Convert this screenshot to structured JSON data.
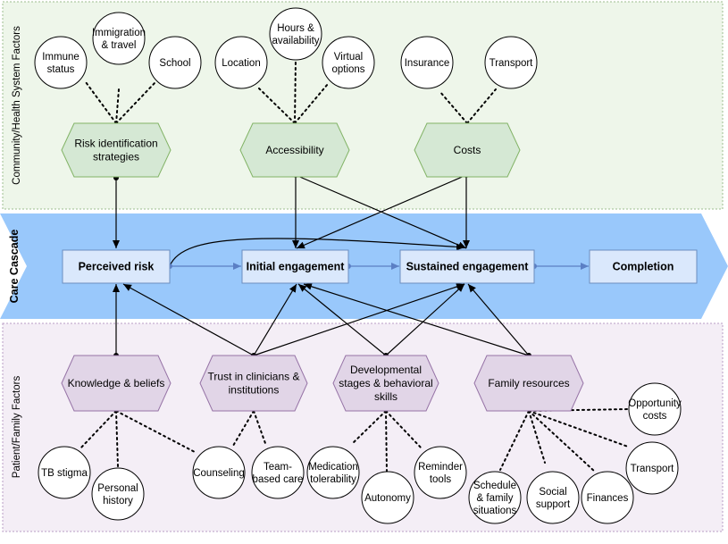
{
  "bands": {
    "top": {
      "label": "Community/Health System Factors"
    },
    "middle": {
      "label": "Care Cascade"
    },
    "bottom": {
      "label": "Patient/Family Factors"
    }
  },
  "cascade": [
    {
      "id": "perceived-risk",
      "label": "Perceived risk"
    },
    {
      "id": "initial-engagement",
      "label": "Initial engagement"
    },
    {
      "id": "sustained-engagement",
      "label": "Sustained engagement"
    },
    {
      "id": "completion",
      "label": "Completion"
    }
  ],
  "top_hexes": [
    {
      "id": "risk-identification",
      "lines": [
        "Risk identification",
        "strategies"
      ]
    },
    {
      "id": "accessibility",
      "lines": [
        "Accessibility"
      ]
    },
    {
      "id": "costs",
      "lines": [
        "Costs"
      ]
    }
  ],
  "top_circles": [
    {
      "id": "immune-status",
      "lines": [
        "Immune",
        "status"
      ]
    },
    {
      "id": "immigration-travel",
      "lines": [
        "Immigration",
        "& travel"
      ]
    },
    {
      "id": "school",
      "lines": [
        "School"
      ]
    },
    {
      "id": "location",
      "lines": [
        "Location"
      ]
    },
    {
      "id": "hours-availability",
      "lines": [
        "Hours &",
        "availability"
      ]
    },
    {
      "id": "virtual-options",
      "lines": [
        "Virtual",
        "options"
      ]
    },
    {
      "id": "insurance",
      "lines": [
        "Insurance"
      ]
    },
    {
      "id": "transport-top",
      "lines": [
        "Transport"
      ]
    }
  ],
  "bottom_hexes": [
    {
      "id": "knowledge-beliefs",
      "lines": [
        "Knowledge & beliefs"
      ]
    },
    {
      "id": "trust",
      "lines": [
        "Trust in clinicians &",
        "institutions"
      ]
    },
    {
      "id": "developmental",
      "lines": [
        "Developmental",
        "stages & behavioral",
        "skills"
      ]
    },
    {
      "id": "family-resources",
      "lines": [
        "Family resources"
      ]
    }
  ],
  "bottom_circles": [
    {
      "id": "tb-stigma",
      "lines": [
        "TB stigma"
      ]
    },
    {
      "id": "personal-history",
      "lines": [
        "Personal",
        "history"
      ]
    },
    {
      "id": "counseling",
      "lines": [
        "Counseling"
      ]
    },
    {
      "id": "team-based-care",
      "lines": [
        "Team-",
        "based care"
      ]
    },
    {
      "id": "medication-tolerability",
      "lines": [
        "Medication",
        "tolerability"
      ]
    },
    {
      "id": "autonomy",
      "lines": [
        "Autonomy"
      ]
    },
    {
      "id": "reminder-tools",
      "lines": [
        "Reminder",
        "tools"
      ]
    },
    {
      "id": "schedule-family",
      "lines": [
        "Schedule",
        "& family",
        "situations"
      ]
    },
    {
      "id": "social-support",
      "lines": [
        "Social",
        "support"
      ]
    },
    {
      "id": "finances",
      "lines": [
        "Finances"
      ]
    },
    {
      "id": "transport-bottom",
      "lines": [
        "Transport"
      ]
    },
    {
      "id": "opportunity-costs",
      "lines": [
        "Opportunity",
        "costs"
      ]
    }
  ],
  "colors": {
    "top_band": "#eef6ea",
    "bottom_band": "#f4eef6",
    "cascade_arrow": "#99c8fb",
    "cascade_box": "#dae8fc",
    "green_hex": "#d5e8d4",
    "green_hex_stroke": "#82b366",
    "purple_hex": "#e1d5e7",
    "purple_hex_stroke": "#9673a6"
  }
}
